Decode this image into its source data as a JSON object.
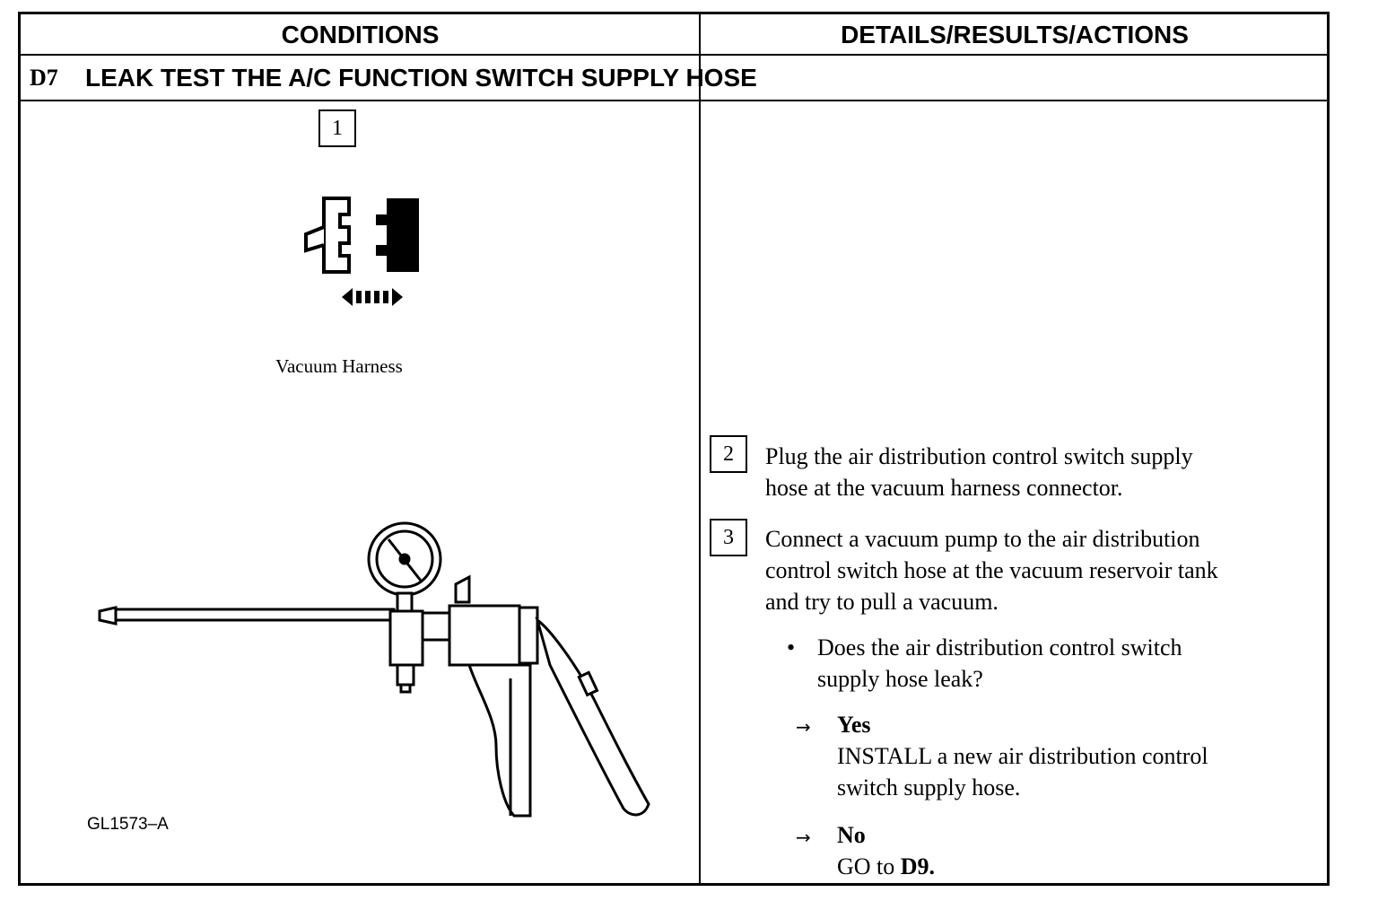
{
  "header": {
    "left": "CONDITIONS",
    "right": "DETAILS/RESULTS/ACTIONS"
  },
  "step": {
    "code": "D7",
    "title": "LEAK TEST THE A/C FUNCTION SWITCH SUPPLY HOSE"
  },
  "conditions": {
    "step1_num": "1",
    "connector_caption": "Vacuum Harness",
    "figure_code": "GL1573–A"
  },
  "actions": {
    "step2_num": "2",
    "step2_line1": "Plug the air distribution control switch supply",
    "step2_line2": "hose at the vacuum harness connector.",
    "step3_num": "3",
    "step3_line1": "Connect a vacuum pump to the air distribution",
    "step3_line2": "control switch hose at the vacuum reservoir tank",
    "step3_line3": "and try to pull a vacuum.",
    "bullet": "•",
    "question_line1": "Does the air distribution control switch",
    "question_line2": "supply hose leak?",
    "arrow": "→",
    "yes_label": "Yes",
    "yes_line1": "INSTALL a new air distribution control",
    "yes_line2": "switch supply hose.",
    "no_label": "No",
    "no_text_prefix": "GO to ",
    "no_target": "D9."
  }
}
